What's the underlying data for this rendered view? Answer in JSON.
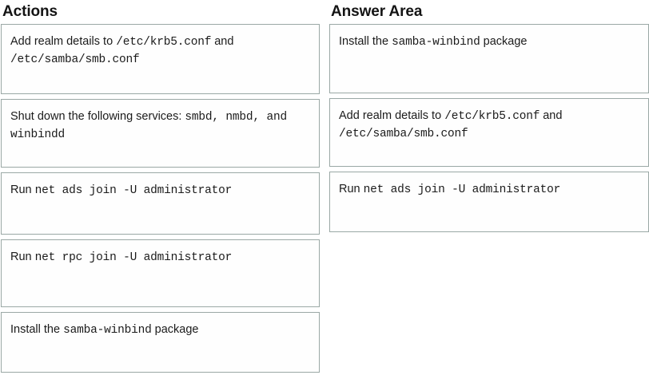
{
  "left_panel": {
    "title": "Actions",
    "items": [
      {
        "id": "action-add-realm-details",
        "segments": [
          {
            "text": "Add realm details to ",
            "style": "sans"
          },
          {
            "text": "/etc/krb5.conf",
            "style": "mono"
          },
          {
            "text": " and ",
            "style": "sans"
          },
          {
            "text": "/etc/samba/smb.conf",
            "style": "mono"
          }
        ],
        "plain": "Add realm details to /etc/krb5.conf and /etc/samba/smb.conf"
      },
      {
        "id": "action-shut-down-services",
        "segments": [
          {
            "text": "Shut down the following services: ",
            "style": "sans"
          },
          {
            "text": "smbd, nmbd, and winbindd",
            "style": "mono"
          }
        ],
        "plain": "Shut down the following services: smbd, nmbd, and winbindd"
      },
      {
        "id": "action-net-ads-join",
        "segments": [
          {
            "text": "Run ",
            "style": "sans"
          },
          {
            "text": "net ads join -U administrator",
            "style": "mono"
          }
        ],
        "plain": "Run net ads join -U administrator"
      },
      {
        "id": "action-net-rpc-join",
        "segments": [
          {
            "text": "Run ",
            "style": "sans"
          },
          {
            "text": "net rpc join -U administrator",
            "style": "mono"
          }
        ],
        "plain": "Run net rpc join -U administrator"
      },
      {
        "id": "action-install-samba-winbind",
        "segments": [
          {
            "text": "Install the ",
            "style": "sans"
          },
          {
            "text": "samba-winbind",
            "style": "mono"
          },
          {
            "text": " package",
            "style": "sans"
          }
        ],
        "plain": "Install the samba-winbind package"
      }
    ]
  },
  "right_panel": {
    "title": "Answer Area",
    "items": [
      {
        "id": "answer-install-samba-winbind",
        "segments": [
          {
            "text": "Install the ",
            "style": "sans"
          },
          {
            "text": "samba-winbind",
            "style": "mono"
          },
          {
            "text": " package",
            "style": "sans"
          }
        ],
        "plain": "Install the samba-winbind package"
      },
      {
        "id": "answer-add-realm-details",
        "segments": [
          {
            "text": "Add realm details to ",
            "style": "sans"
          },
          {
            "text": "/etc/krb5.conf",
            "style": "mono"
          },
          {
            "text": " and ",
            "style": "sans"
          },
          {
            "text": "/etc/samba/smb.conf",
            "style": "mono"
          }
        ],
        "plain": "Add realm details to /etc/krb5.conf and /etc/samba/smb.conf"
      },
      {
        "id": "answer-net-ads-join",
        "segments": [
          {
            "text": "Run ",
            "style": "sans"
          },
          {
            "text": "net ads join -U administrator",
            "style": "mono"
          }
        ],
        "plain": "Run net ads join -U administrator"
      }
    ]
  },
  "colors": {
    "card_border": "#9aa8a5",
    "card_background": "#fefefe",
    "text": "#1b1b1b",
    "title": "#141414",
    "page_background": "#ffffff"
  }
}
